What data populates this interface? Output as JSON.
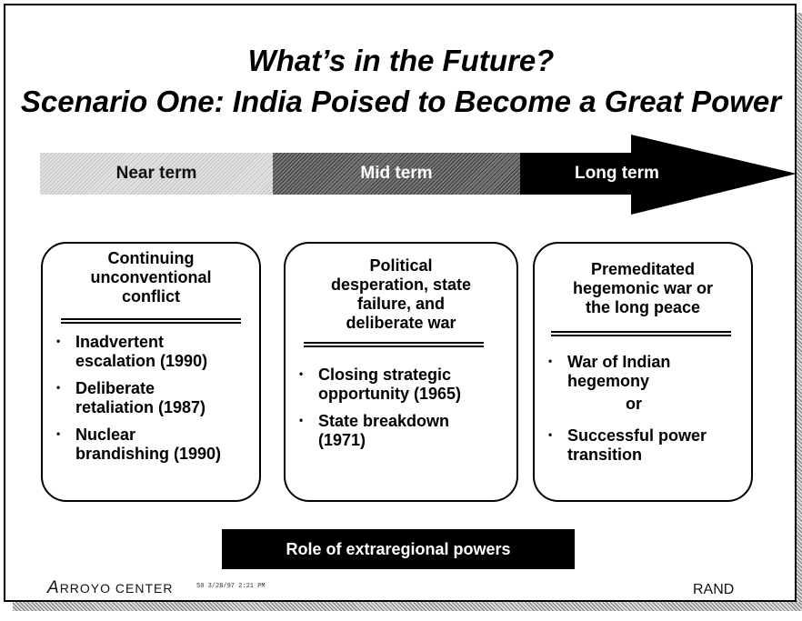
{
  "slide": {
    "title_line1": "What’s in the Future?",
    "title_line2": "Scenario One: India Poised to Become a Great Power"
  },
  "timeline": {
    "near": "Near term",
    "mid": "Mid term",
    "long": "Long term"
  },
  "scenarios": [
    {
      "heading": [
        "Continuing",
        "unconventional",
        "conflict"
      ],
      "bullets": [
        [
          "Inadvertent",
          "escalation (1990)"
        ],
        [
          "Deliberate",
          "retaliation (1987)"
        ],
        [
          "Nuclear",
          "brandishing (1990)"
        ]
      ]
    },
    {
      "heading": [
        "Political",
        "desperation, state",
        "failure, and",
        "deliberate war"
      ],
      "bullets": [
        [
          "Closing strategic",
          "opportunity (1965)"
        ],
        [
          "State breakdown",
          "(1971)"
        ]
      ]
    },
    {
      "heading": [
        "Premeditated",
        "hegemonic war or",
        "the long peace"
      ],
      "bullets": [
        [
          "War of Indian",
          "hegemony"
        ],
        [
          "Successful power",
          "transition"
        ]
      ],
      "connector": "or"
    }
  ],
  "footer": {
    "role_bar": "Role of extraregional powers",
    "logo_a": "A",
    "logo_rest": "RROYO CENTER",
    "stamp": "50 3/28/97 2:21 PM",
    "rand": "RAND"
  },
  "colors": {
    "ink": "#000000",
    "near_fill": "#d6d6d6",
    "mid_fill": "#5a5a5a",
    "long_fill": "#000000"
  }
}
